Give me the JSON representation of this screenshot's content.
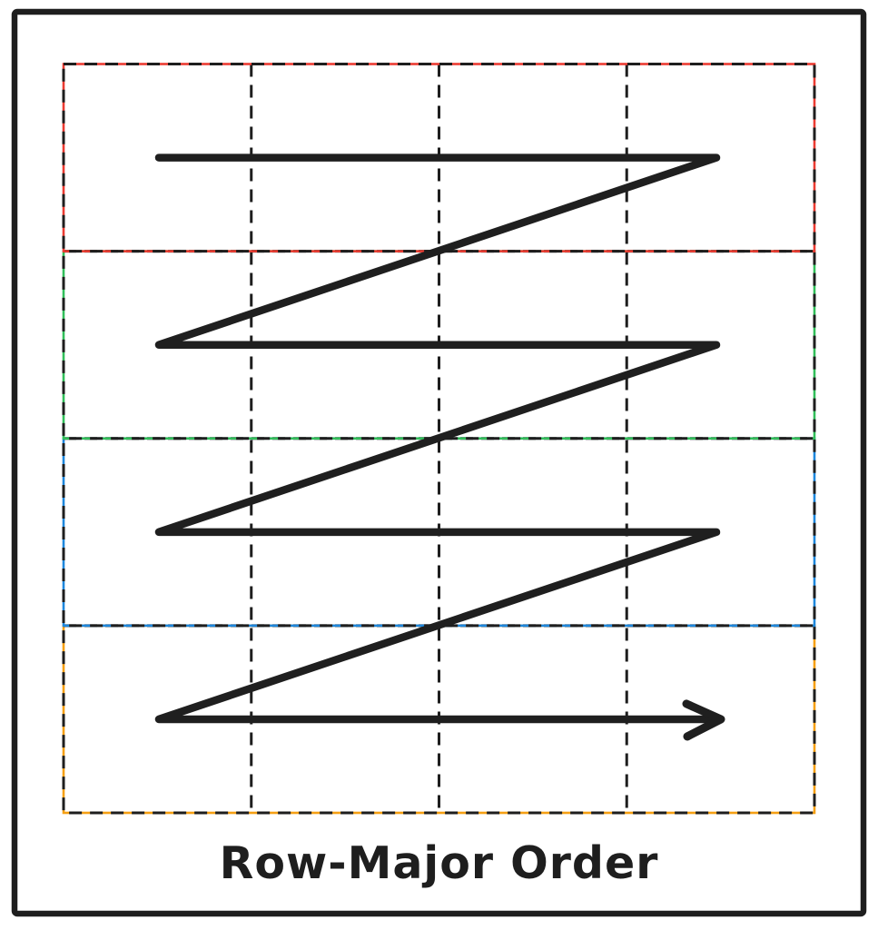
{
  "caption": "Row-Major Order",
  "background_color": "#ffffff",
  "frame": {
    "color": "#1e1e1e",
    "stroke_width": 6.5
  },
  "grid": {
    "rows": 4,
    "cols": 4,
    "row_border_colors": [
      "#eb3c32",
      "#32be5a",
      "#1e87dc",
      "#f5a014"
    ],
    "row_color_names": [
      "red",
      "green",
      "blue",
      "orange"
    ],
    "row_border_style": "dashed",
    "divider_color": "#1e1e1e",
    "divider_style": "dashed"
  },
  "traversal": {
    "type": "row-major",
    "path_color": "#1f1f1f",
    "direction_per_row": "left-to-right",
    "row_order": "top-to-bottom",
    "arrowhead": "right end of bottom row"
  }
}
